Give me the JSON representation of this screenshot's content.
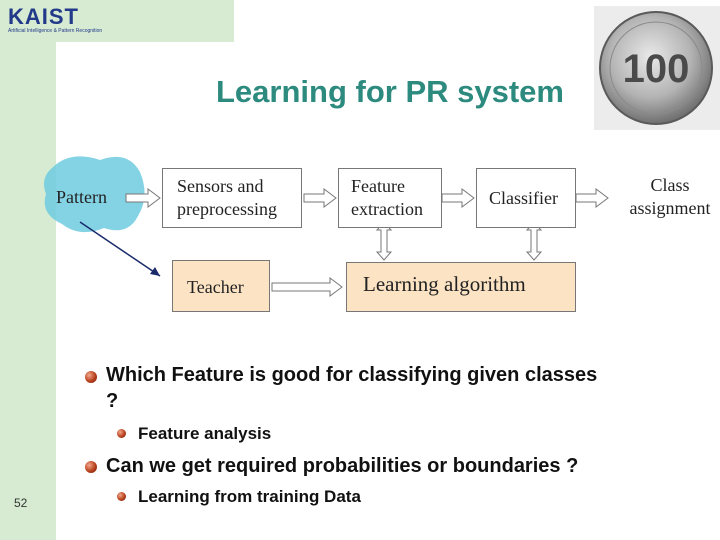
{
  "logo": {
    "name": "KAIST",
    "subtitle": "Artificial Intelligence & Pattern Recognition"
  },
  "title": "Learning for PR system",
  "diagram": {
    "pattern": "Pattern",
    "sensors": [
      "Sensors and",
      "preprocessing"
    ],
    "feature": [
      "Feature",
      "extraction"
    ],
    "classifier": "Classifier",
    "class_assignment": [
      "Class",
      "assignment"
    ],
    "teacher": "Teacher",
    "learning": "Learning algorithm"
  },
  "bullets": [
    {
      "text": "Which Feature is good for classifying given classes",
      "cont": "?",
      "sub": "Feature analysis"
    },
    {
      "text": "Can we get required probabilities or boundaries ?",
      "sub": "Learning from training Data"
    }
  ],
  "page_number": "52",
  "colors": {
    "title": "#2c8a7e",
    "accent_bar": "#d6ebd2",
    "box_fill": "#fbe3c4",
    "pattern_blob": "#6ecbe0",
    "logo": "#233a8a"
  }
}
